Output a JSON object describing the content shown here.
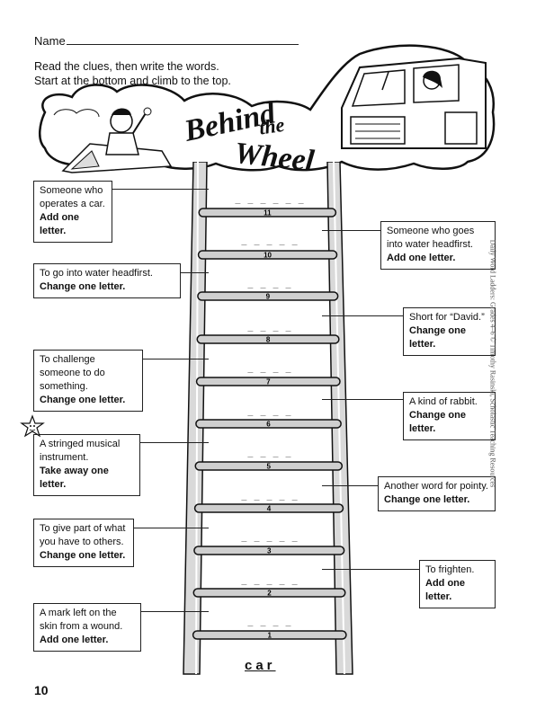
{
  "header": {
    "name_label": "Name",
    "instruction_line1": "Read the clues, then write the words.",
    "instruction_line2": "Start at the bottom and climb to the top."
  },
  "title": {
    "word1": "Behind",
    "word2": "the",
    "word3": "Wheel"
  },
  "clues": [
    {
      "id": "clue-11",
      "desc": "Someone who operates a car.",
      "rule": "Add one letter.",
      "side": "left"
    },
    {
      "id": "clue-10",
      "desc": "Someone who goes into water headfirst.",
      "rule": "Add one letter.",
      "side": "right"
    },
    {
      "id": "clue-9",
      "desc": "To go into water headfirst.",
      "rule": "Change one letter.",
      "side": "left"
    },
    {
      "id": "clue-8",
      "desc": "Short for “David.”",
      "rule": "Change one letter.",
      "side": "right"
    },
    {
      "id": "clue-7",
      "desc": "To challenge someone to do something.",
      "rule": "Change one letter.",
      "side": "left"
    },
    {
      "id": "clue-6",
      "desc": "A kind of rabbit.",
      "rule": "Change one letter.",
      "side": "right"
    },
    {
      "id": "clue-5",
      "desc": "A stringed musical instrument.",
      "rule": "Take away one letter.",
      "side": "left"
    },
    {
      "id": "clue-4",
      "desc": "Another word for pointy.",
      "rule": "Change one letter.",
      "side": "right"
    },
    {
      "id": "clue-3",
      "desc": "To give part of what you have to others.",
      "rule": "Change one letter.",
      "side": "left"
    },
    {
      "id": "clue-2",
      "desc": "To frighten.",
      "rule": "Add one letter.",
      "side": "right"
    },
    {
      "id": "clue-1",
      "desc": "A mark left on the skin from a wound.",
      "rule": "Add one letter.",
      "side": "left"
    }
  ],
  "rungs": [
    "11",
    "10",
    "9",
    "8",
    "7",
    "6",
    "5",
    "4",
    "3",
    "2",
    "1"
  ],
  "blanks": [
    "_ _ _ _ _ _",
    "_ _ _ _ _",
    "_ _ _ _",
    "_ _ _ _",
    "_ _ _ _",
    "_ _ _ _",
    "_ _ _ _",
    "_ _ _ _ _",
    "_ _ _ _ _",
    "_ _ _ _ _",
    "_ _ _ _"
  ],
  "start_word": "car",
  "credit": "Daily Word Ladders: Grades 4–6 © Timothy Rasinski, Scholastic Teaching Resources",
  "page_number": "10"
}
